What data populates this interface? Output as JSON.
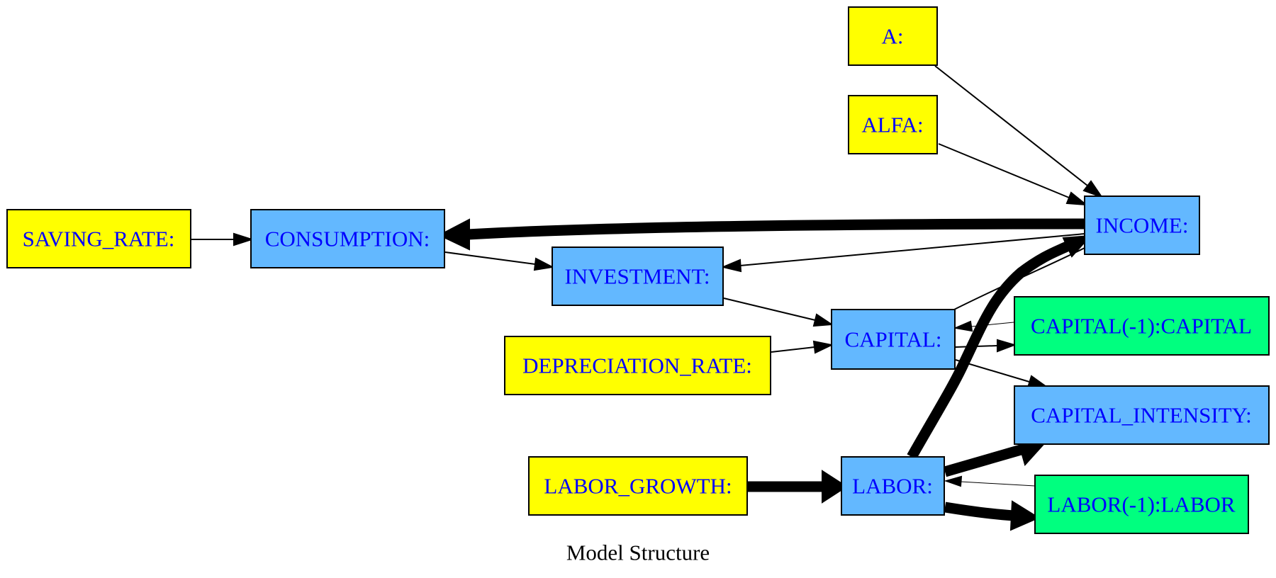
{
  "colors": {
    "exogenous": "#ffff00",
    "endogenous": "#63b8ff",
    "lagged": "#00ff7f",
    "node_text": "#0000ff",
    "edge": "#000000"
  },
  "nodes": {
    "a": {
      "label": "A:",
      "kind": "exogenous"
    },
    "alfa": {
      "label": "ALFA:",
      "kind": "exogenous"
    },
    "saving_rate": {
      "label": "SAVING_RATE:",
      "kind": "exogenous"
    },
    "consumption": {
      "label": "CONSUMPTION:",
      "kind": "endogenous"
    },
    "income": {
      "label": "INCOME:",
      "kind": "endogenous"
    },
    "investment": {
      "label": "INVESTMENT:",
      "kind": "endogenous"
    },
    "capital": {
      "label": "CAPITAL:",
      "kind": "endogenous"
    },
    "capital_lag": {
      "label": "CAPITAL(-1):CAPITAL",
      "kind": "lagged"
    },
    "depreciation_rate": {
      "label": "DEPRECIATION_RATE:",
      "kind": "exogenous"
    },
    "capital_intensity": {
      "label": "CAPITAL_INTENSITY:",
      "kind": "endogenous"
    },
    "labor_growth": {
      "label": "LABOR_GROWTH:",
      "kind": "exogenous"
    },
    "labor": {
      "label": "LABOR:",
      "kind": "endogenous"
    },
    "labor_lag": {
      "label": "LABOR(-1):LABOR",
      "kind": "lagged"
    }
  },
  "edges": [
    {
      "from": "a",
      "to": "income",
      "weight": "thin"
    },
    {
      "from": "alfa",
      "to": "income",
      "weight": "thin"
    },
    {
      "from": "saving_rate",
      "to": "consumption",
      "weight": "thin"
    },
    {
      "from": "income",
      "to": "consumption",
      "weight": "heavy"
    },
    {
      "from": "income",
      "to": "investment",
      "weight": "thin"
    },
    {
      "from": "consumption",
      "to": "investment",
      "weight": "thin"
    },
    {
      "from": "investment",
      "to": "capital",
      "weight": "thin"
    },
    {
      "from": "depreciation_rate",
      "to": "capital",
      "weight": "thin"
    },
    {
      "from": "capital",
      "to": "income",
      "weight": "thin"
    },
    {
      "from": "capital_lag",
      "to": "capital",
      "weight": "hairline"
    },
    {
      "from": "capital",
      "to": "capital_lag",
      "weight": "thin"
    },
    {
      "from": "capital",
      "to": "capital_intensity",
      "weight": "thin"
    },
    {
      "from": "labor",
      "to": "income",
      "weight": "heavy"
    },
    {
      "from": "labor_growth",
      "to": "labor",
      "weight": "heavy"
    },
    {
      "from": "labor",
      "to": "capital_intensity",
      "weight": "heavy"
    },
    {
      "from": "labor_lag",
      "to": "labor",
      "weight": "hairline"
    },
    {
      "from": "labor",
      "to": "labor_lag",
      "weight": "heavy"
    }
  ],
  "caption": "Model Structure"
}
